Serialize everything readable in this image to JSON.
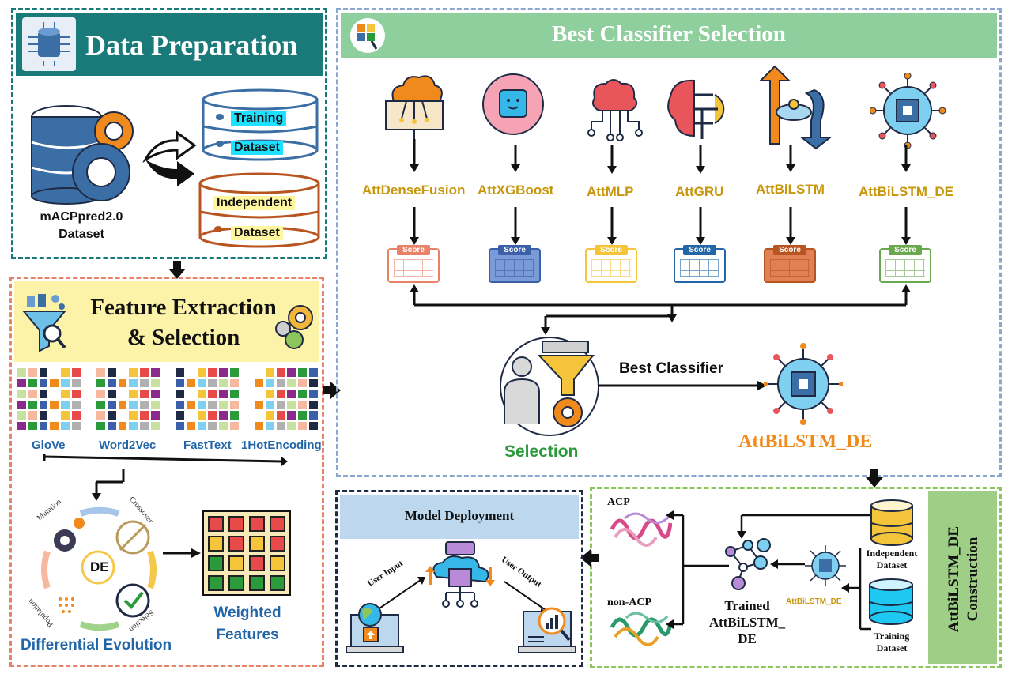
{
  "data_preparation": {
    "title": "Data Preparation",
    "dataset_label_1": "mACPpred2.0",
    "dataset_label_2": "Dataset",
    "training_1": "Training",
    "training_2": "Dataset",
    "independent_1": "Independent",
    "independent_2": "Dataset"
  },
  "feature_extraction": {
    "title_1": "Feature Extraction",
    "title_2": "& Selection",
    "encodings": [
      "GloVe",
      "Word2Vec",
      "FastText",
      "1HotEncoding"
    ],
    "cycle_center": "DE",
    "cycle_labels": [
      "Mutation",
      "Crossover",
      "Selection",
      "Population"
    ],
    "de_label": "Differential Evolution",
    "weighted_1": "Weighted",
    "weighted_2": "Features"
  },
  "best_classifier": {
    "title": "Best Classifier Selection",
    "models": [
      "AttDenseFusion",
      "AttXGBoost",
      "AttMLP",
      "AttGRU",
      "AttBiLSTM",
      "AttBiLSTM_DE"
    ],
    "score_tag": "Score",
    "selection_label": "Selection",
    "best_label": "Best Classifier",
    "winner": "AttBiLSTM_DE"
  },
  "construction": {
    "side_title_1": "AttBiLSTM_DE",
    "side_title_2": "Construction",
    "acp": "ACP",
    "non_acp": "non-ACP",
    "trained_1": "Trained",
    "trained_2": "AttBiLSTM_",
    "trained_3": "DE",
    "model_small": "AttBiLSTM_DE",
    "independent_1": "Independent",
    "independent_2": "Dataset",
    "training_1": "Training",
    "training_2": "Dataset"
  },
  "deployment": {
    "title": "Model Deployment",
    "user_input": "User Input",
    "user_output": "User Output"
  },
  "colors": {
    "teal_header": "#1a7a7a",
    "yellow_header": "#fdf3a8",
    "green_header": "#8fcf9e",
    "blue_header": "#bdd7ee",
    "side_green": "#9fce86",
    "gold_text": "#c8960a",
    "green_text": "#2a9a3a",
    "orange_text": "#f08a1c",
    "blue_text": "#2266a8"
  }
}
